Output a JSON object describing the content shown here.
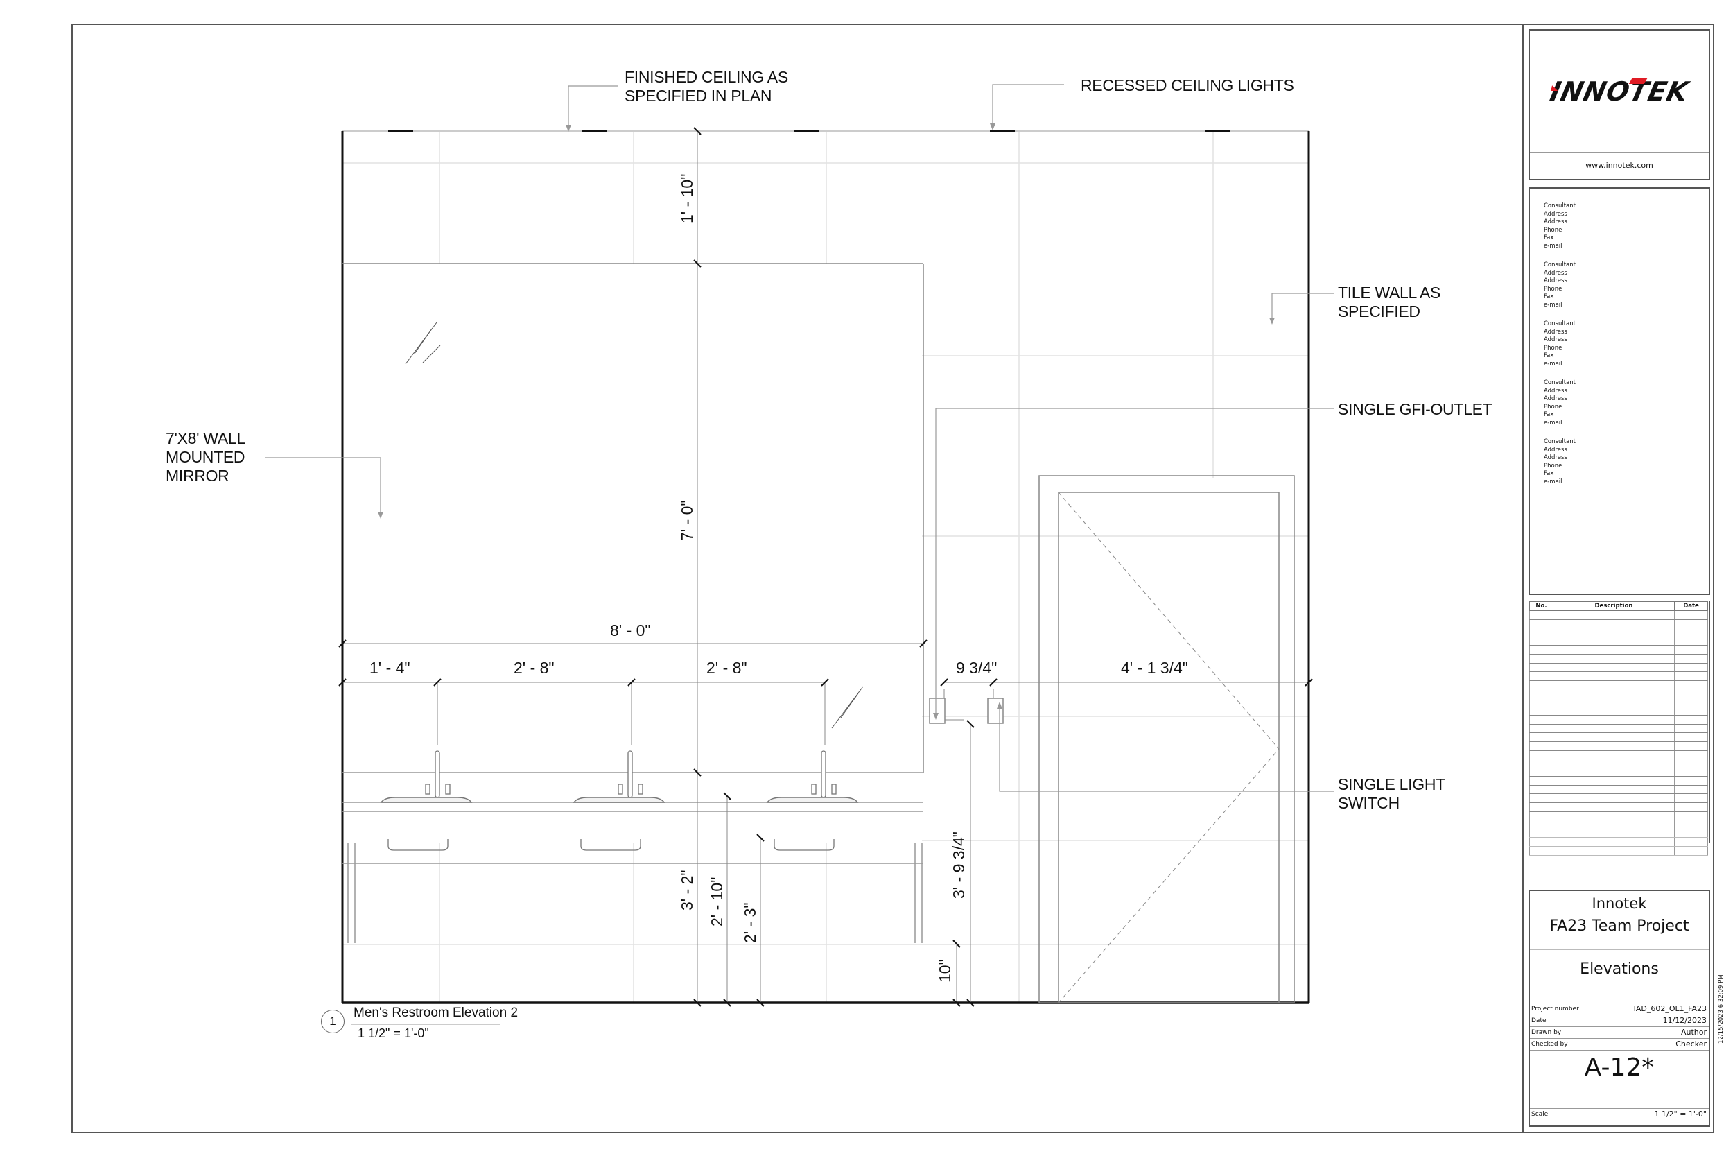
{
  "drawing": {
    "view_title": "Men's Restroom Elevation 2",
    "view_number": "1",
    "view_scale": "1 1/2\" = 1'-0\"",
    "annotations": {
      "ceiling": "FINISHED CEILING AS\nSPECIFIED IN PLAN",
      "lights": "RECESSED CEILING LIGHTS",
      "tile": "TILE WALL AS\nSPECIFIED",
      "gfi": "SINGLE GFI-OUTLET",
      "mirror": "7'X8' WALL\nMOUNTED\nMIRROR",
      "switch": "SINGLE LIGHT\nSWITCH"
    },
    "dimensions": {
      "ceiling_to_mirror": "1' - 10\"",
      "mirror_height": "7' - 0\"",
      "mirror_width": "8' - 0\"",
      "left_to_sink1": "1' - 4\"",
      "sink1_to_sink2": "2' - 8\"",
      "sink2_to_sink3": "2' - 8\"",
      "outlet_to_switch": "9 3/4\"",
      "switch_to_wall": "4' - 1 3/4\"",
      "mirror_bottom_height": "3' - 2\"",
      "counter_height": "2' - 10\"",
      "sink_bottom_height": "2' - 3\"",
      "switch_height": "3' - 9 3/4\"",
      "outlet_gap": "10\""
    }
  },
  "title_block": {
    "logo_text": "INNOTEK",
    "url": "www.innotek.com",
    "consultants": [
      [
        "Consultant",
        "Address",
        "Address",
        "Phone",
        "Fax",
        "e-mail"
      ],
      [
        "Consultant",
        "Address",
        "Address",
        "Phone",
        "Fax",
        "e-mail"
      ],
      [
        "Consultant",
        "Address",
        "Address",
        "Phone",
        "Fax",
        "e-mail"
      ],
      [
        "Consultant",
        "Address",
        "Address",
        "Phone",
        "Fax",
        "e-mail"
      ],
      [
        "Consultant",
        "Address",
        "Address",
        "Phone",
        "Fax",
        "e-mail"
      ]
    ],
    "revisions": {
      "headers": [
        "No.",
        "Description",
        "Date"
      ],
      "rows": []
    },
    "company": "Innotek",
    "project_name": "FA23 Team Project",
    "sheet_title": "Elevations",
    "meta": [
      {
        "label": "Project number",
        "value": "IAD_602_OL1_FA23"
      },
      {
        "label": "Date",
        "value": "11/12/2023"
      },
      {
        "label": "Drawn by",
        "value": "Author"
      },
      {
        "label": "Checked by",
        "value": "Checker"
      }
    ],
    "sheet_number": "A-12*",
    "scale_label": "Scale",
    "scale_value": "1 1/2\" = 1'-0\"",
    "print_stamp": "12/15/2023 6:32:09 PM"
  },
  "colors": {
    "brand_red": "#e01b24",
    "line": "#555555",
    "grid": "#dddddd"
  }
}
